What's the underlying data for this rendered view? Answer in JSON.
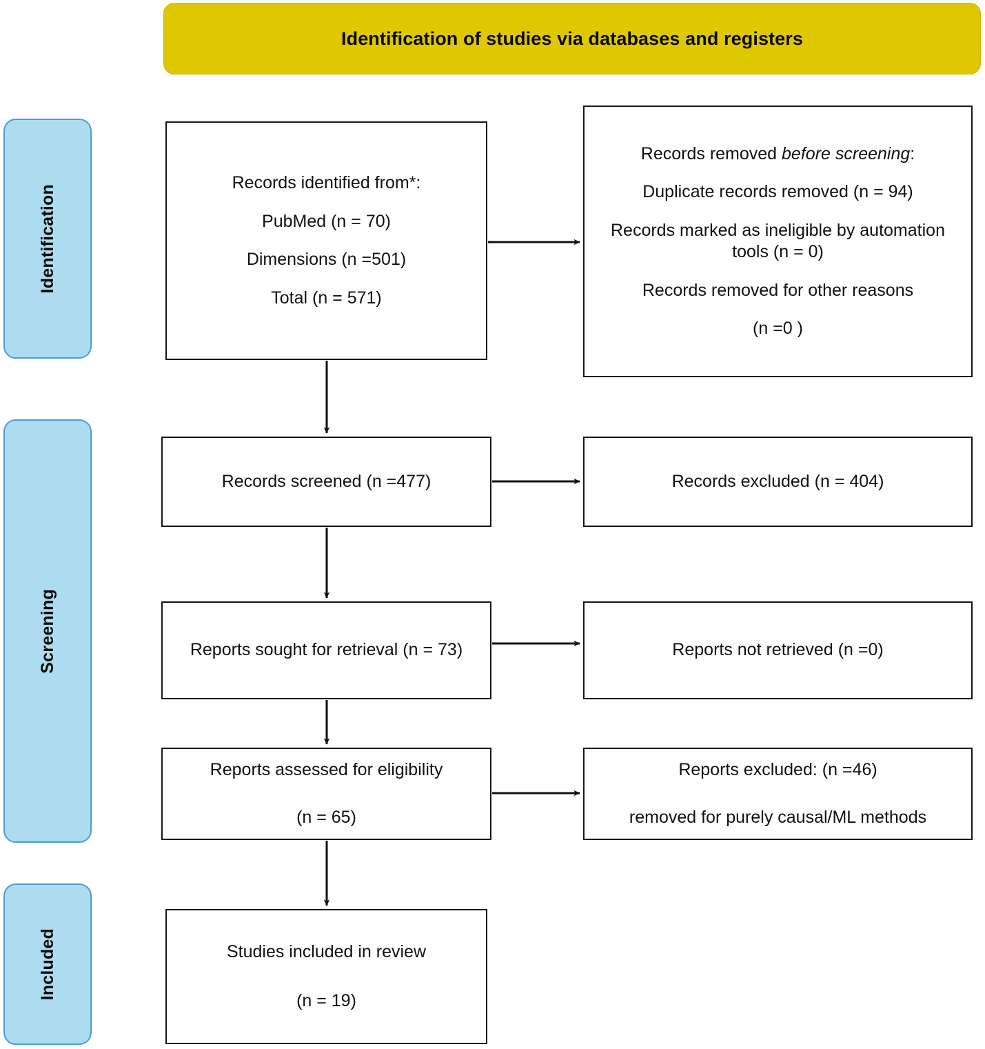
{
  "header": {
    "title": "Identification of studies via databases and registers",
    "background_color": "#DFC800"
  },
  "stages": {
    "background_color": "#ADDCF0",
    "border_color": "#4E9DC4",
    "identification": "Identification",
    "screening": "Screening",
    "included": "Included"
  },
  "chart_data": {
    "type": "diagram",
    "title": "Identification of studies via databases and registers",
    "diagram_kind": "PRISMA 2020 flow diagram",
    "stages": [
      "Identification",
      "Screening",
      "Included"
    ],
    "nodes": [
      {
        "id": "identified",
        "stage": "Identification",
        "column": "left",
        "lines": [
          "Records identified from*:",
          "PubMed (n = 70)",
          "Dimensions (n =501)",
          "Total (n = 571)"
        ],
        "values": {
          "PubMed": 70,
          "Dimensions": 501,
          "Total": 571
        }
      },
      {
        "id": "removed_before_screening",
        "stage": "Identification",
        "column": "right",
        "lines": [
          "Records removed before screening:",
          "Duplicate records removed (n = 94)",
          "Records marked as ineligible by automation tools (n = 0)",
          "Records removed for other reasons",
          "(n =0 )"
        ],
        "values": {
          "Duplicate records removed": 94,
          "Marked ineligible by automation tools": 0,
          "Removed for other reasons": 0
        }
      },
      {
        "id": "screened",
        "stage": "Screening",
        "column": "left",
        "lines": [
          "Records screened (n =477)"
        ],
        "values": {
          "n": 477
        }
      },
      {
        "id": "records_excluded",
        "stage": "Screening",
        "column": "right",
        "lines": [
          "Records excluded (n = 404)"
        ],
        "values": {
          "n": 404
        }
      },
      {
        "id": "sought_for_retrieval",
        "stage": "Screening",
        "column": "left",
        "lines": [
          "Reports sought for retrieval (n = 73)"
        ],
        "values": {
          "n": 73
        }
      },
      {
        "id": "not_retrieved",
        "stage": "Screening",
        "column": "right",
        "lines": [
          "Reports not retrieved (n =0)"
        ],
        "values": {
          "n": 0
        }
      },
      {
        "id": "assessed_for_eligibility",
        "stage": "Screening",
        "column": "left",
        "lines": [
          "Reports assessed for eligibility",
          "(n = 65)"
        ],
        "values": {
          "n": 65
        }
      },
      {
        "id": "reports_excluded",
        "stage": "Screening",
        "column": "right",
        "lines": [
          "Reports excluded: (n =46)",
          "removed for purely causal/ML methods"
        ],
        "values": {
          "n": 46
        }
      },
      {
        "id": "studies_included",
        "stage": "Included",
        "column": "left",
        "lines": [
          "Studies included in review",
          "(n = 19)"
        ],
        "values": {
          "n": 19
        }
      }
    ],
    "edges": [
      {
        "from": "identified",
        "to": "removed_before_screening",
        "direction": "right"
      },
      {
        "from": "identified",
        "to": "screened",
        "direction": "down"
      },
      {
        "from": "screened",
        "to": "records_excluded",
        "direction": "right"
      },
      {
        "from": "screened",
        "to": "sought_for_retrieval",
        "direction": "down"
      },
      {
        "from": "sought_for_retrieval",
        "to": "not_retrieved",
        "direction": "right"
      },
      {
        "from": "sought_for_retrieval",
        "to": "assessed_for_eligibility",
        "direction": "down"
      },
      {
        "from": "assessed_for_eligibility",
        "to": "reports_excluded",
        "direction": "right"
      },
      {
        "from": "assessed_for_eligibility",
        "to": "studies_included",
        "direction": "down"
      }
    ]
  },
  "boxes": {
    "identified": {
      "l1": "Records identified from*:",
      "l2": "PubMed (n = 70)",
      "l3": "Dimensions (n =501)",
      "l4": "Total (n = 571)"
    },
    "removed": {
      "l1_prefix": "Records removed ",
      "l1_italic": "before screening",
      "l1_suffix": ":",
      "l2": "Duplicate records removed (n = 94)",
      "l3": "Records marked as ineligible by automation tools (n = 0)",
      "l4": "Records removed for other reasons",
      "l5": "(n =0 )"
    },
    "screened": {
      "l1": "Records screened (n =477)"
    },
    "records_excluded": {
      "l1": "Records excluded (n = 404)"
    },
    "sought": {
      "l1": "Reports sought for retrieval (n = 73)"
    },
    "not_retrieved": {
      "l1": "Reports not retrieved (n =0)"
    },
    "assessed": {
      "l1": "Reports assessed for eligibility",
      "l2": "(n = 65)"
    },
    "reports_excluded": {
      "l1": "Reports excluded: (n =46)",
      "l2": "removed for purely causal/ML methods"
    },
    "included_studies": {
      "l1": "Studies included in review",
      "l2": "(n = 19)"
    }
  }
}
